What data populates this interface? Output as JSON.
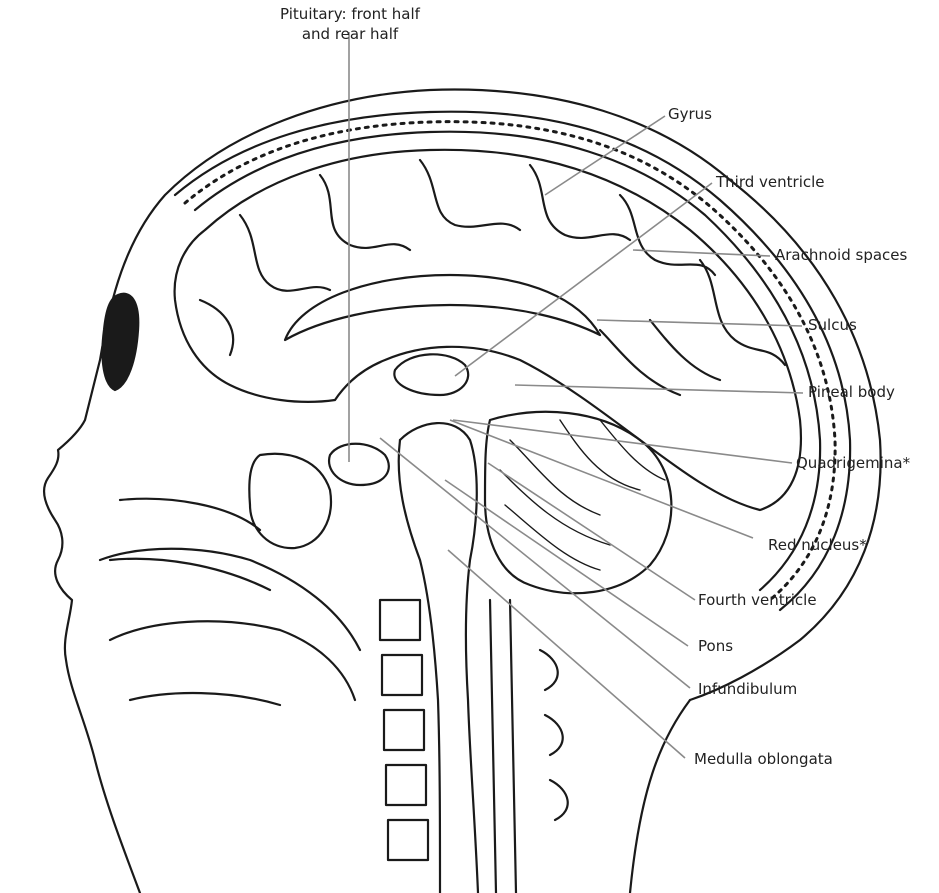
{
  "diagram": {
    "labels": {
      "pituitary_line1": "Pituitary: front half",
      "pituitary_line2": "and rear half",
      "gyrus": "Gyrus",
      "third_ventricle": "Third ventricle",
      "arachnoid_spaces": "Arachnoid spaces",
      "sulcus": "Sulcus",
      "pineal_body": "Pineal body",
      "quadrigemina": "Quadrigemina*",
      "red_nucleus": "Red nucleus*",
      "fourth_ventricle": "Fourth ventricle",
      "pons": "Pons",
      "infundibulum": "Infundibulum",
      "medulla_oblongata": "Medulla oblongata"
    },
    "colors": {
      "ink": "#1a1a1a",
      "leader": "#8a8a8a",
      "background": "#ffffff"
    }
  }
}
